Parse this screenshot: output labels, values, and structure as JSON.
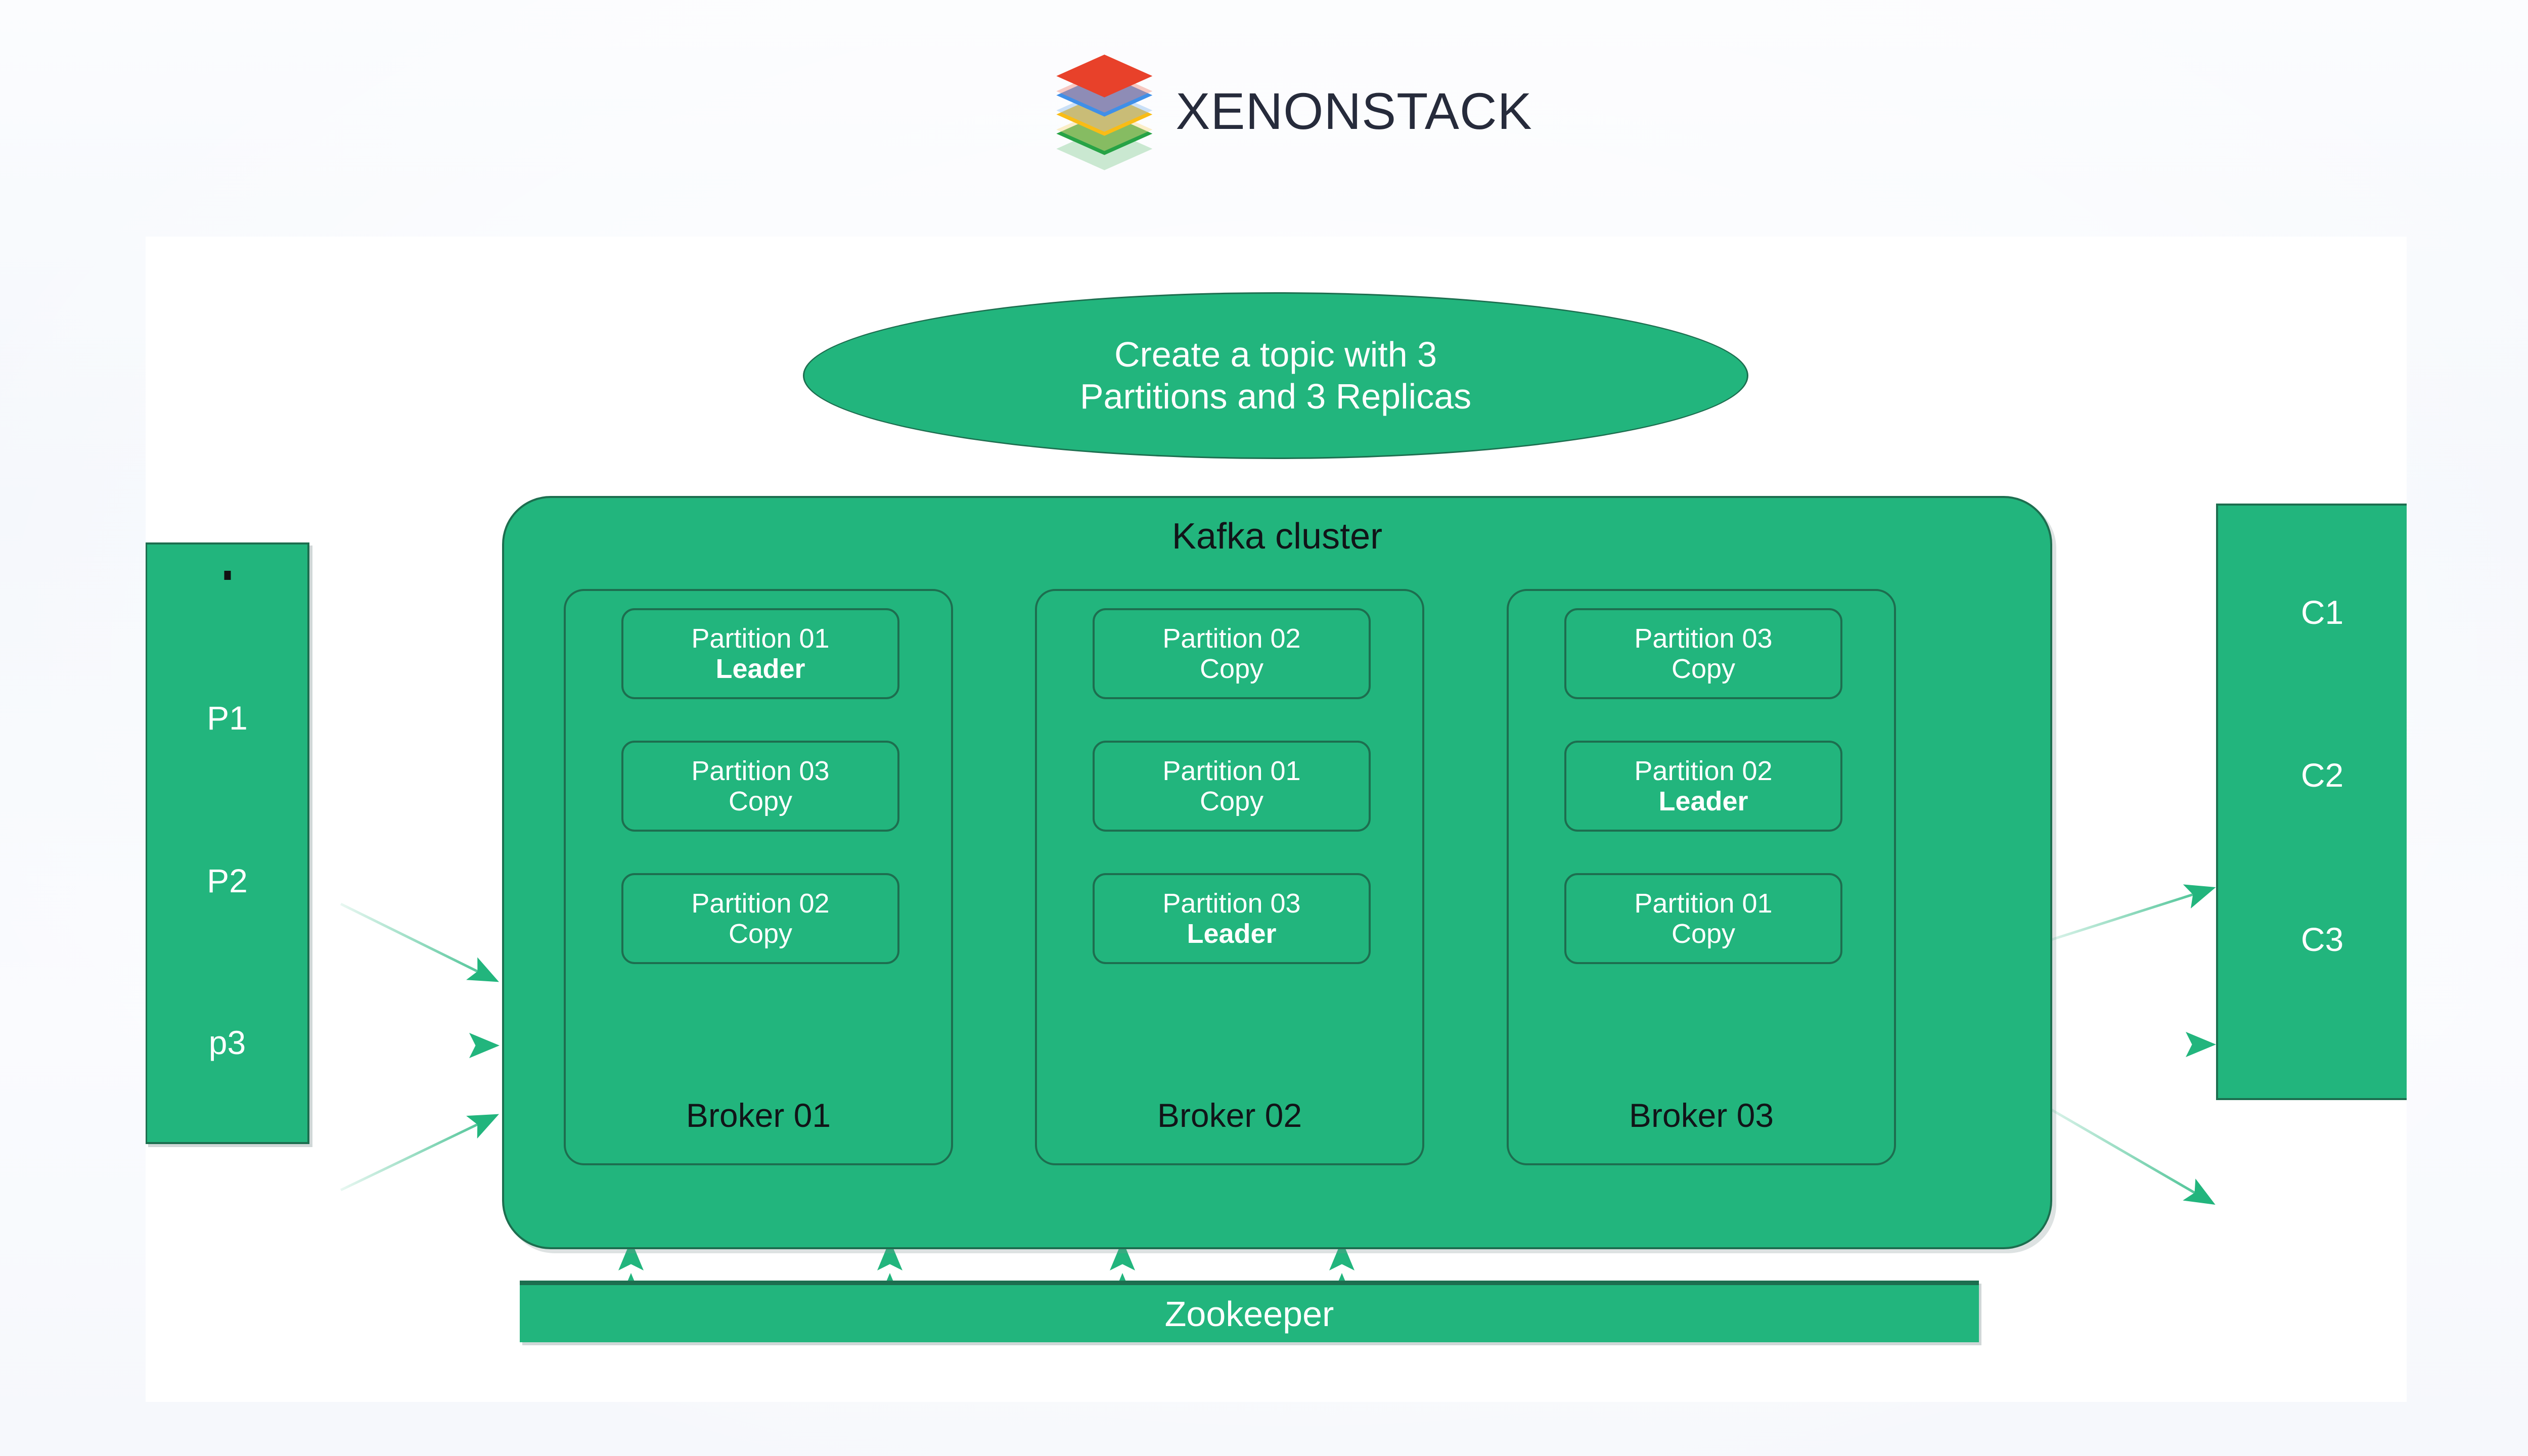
{
  "header": {
    "brand": "XENONSTACK",
    "logo_layers": [
      {
        "name": "red-layer",
        "color": "#e8412a",
        "shadow": "#f08a7a"
      },
      {
        "name": "blue-layer",
        "color": "#3f8fe8",
        "shadow": "#8fbdf0"
      },
      {
        "name": "yellow-layer",
        "color": "#f9bc15",
        "shadow": "#fbdb86"
      },
      {
        "name": "green-layer",
        "color": "#27a346",
        "shadow": "#8ed09c"
      }
    ]
  },
  "colors": {
    "green": "#22b57d",
    "green_border": "#1d6e4f",
    "arrow": "#22b57d",
    "text_dark": "#111418",
    "text_light": "#ffffff",
    "canvas": "#ffffff",
    "page_background": "#f7f9fd"
  },
  "topic": {
    "line1": "Create a topic with 3",
    "line2": "Partitions and 3 Replicas"
  },
  "producers": {
    "dot": ".",
    "items": [
      {
        "label": "P1"
      },
      {
        "label": "P2"
      },
      {
        "label": "p3"
      }
    ]
  },
  "cluster": {
    "title": "Kafka cluster",
    "brokers": [
      {
        "name": "Broker 01",
        "partitions": [
          {
            "name": "Partition 01",
            "role": "Leader",
            "is_leader": true
          },
          {
            "name": "Partition 03",
            "role": "Copy",
            "is_leader": false
          },
          {
            "name": "Partition 02",
            "role": "Copy",
            "is_leader": false
          }
        ]
      },
      {
        "name": "Broker 02",
        "partitions": [
          {
            "name": "Partition 02",
            "role": "Copy",
            "is_leader": false
          },
          {
            "name": "Partition 01",
            "role": "Copy",
            "is_leader": false
          },
          {
            "name": "Partition 03",
            "role": "Leader",
            "is_leader": true
          }
        ]
      },
      {
        "name": "Broker 03",
        "partitions": [
          {
            "name": "Partition 03",
            "role": "Copy",
            "is_leader": false
          },
          {
            "name": "Partition 02",
            "role": "Leader",
            "is_leader": true
          },
          {
            "name": "Partition 01",
            "role": "Copy",
            "is_leader": false
          }
        ]
      }
    ]
  },
  "consumers": {
    "items": [
      {
        "label": "C1"
      },
      {
        "label": "C2"
      },
      {
        "label": "C3"
      }
    ]
  },
  "zookeeper": {
    "label": "Zookeeper"
  },
  "connectors": {
    "producer_arrow_count": 3,
    "consumer_arrow_count": 3,
    "zookeeper_arrow_count": 4,
    "zookeeper_arrows_bidirectional": true
  }
}
